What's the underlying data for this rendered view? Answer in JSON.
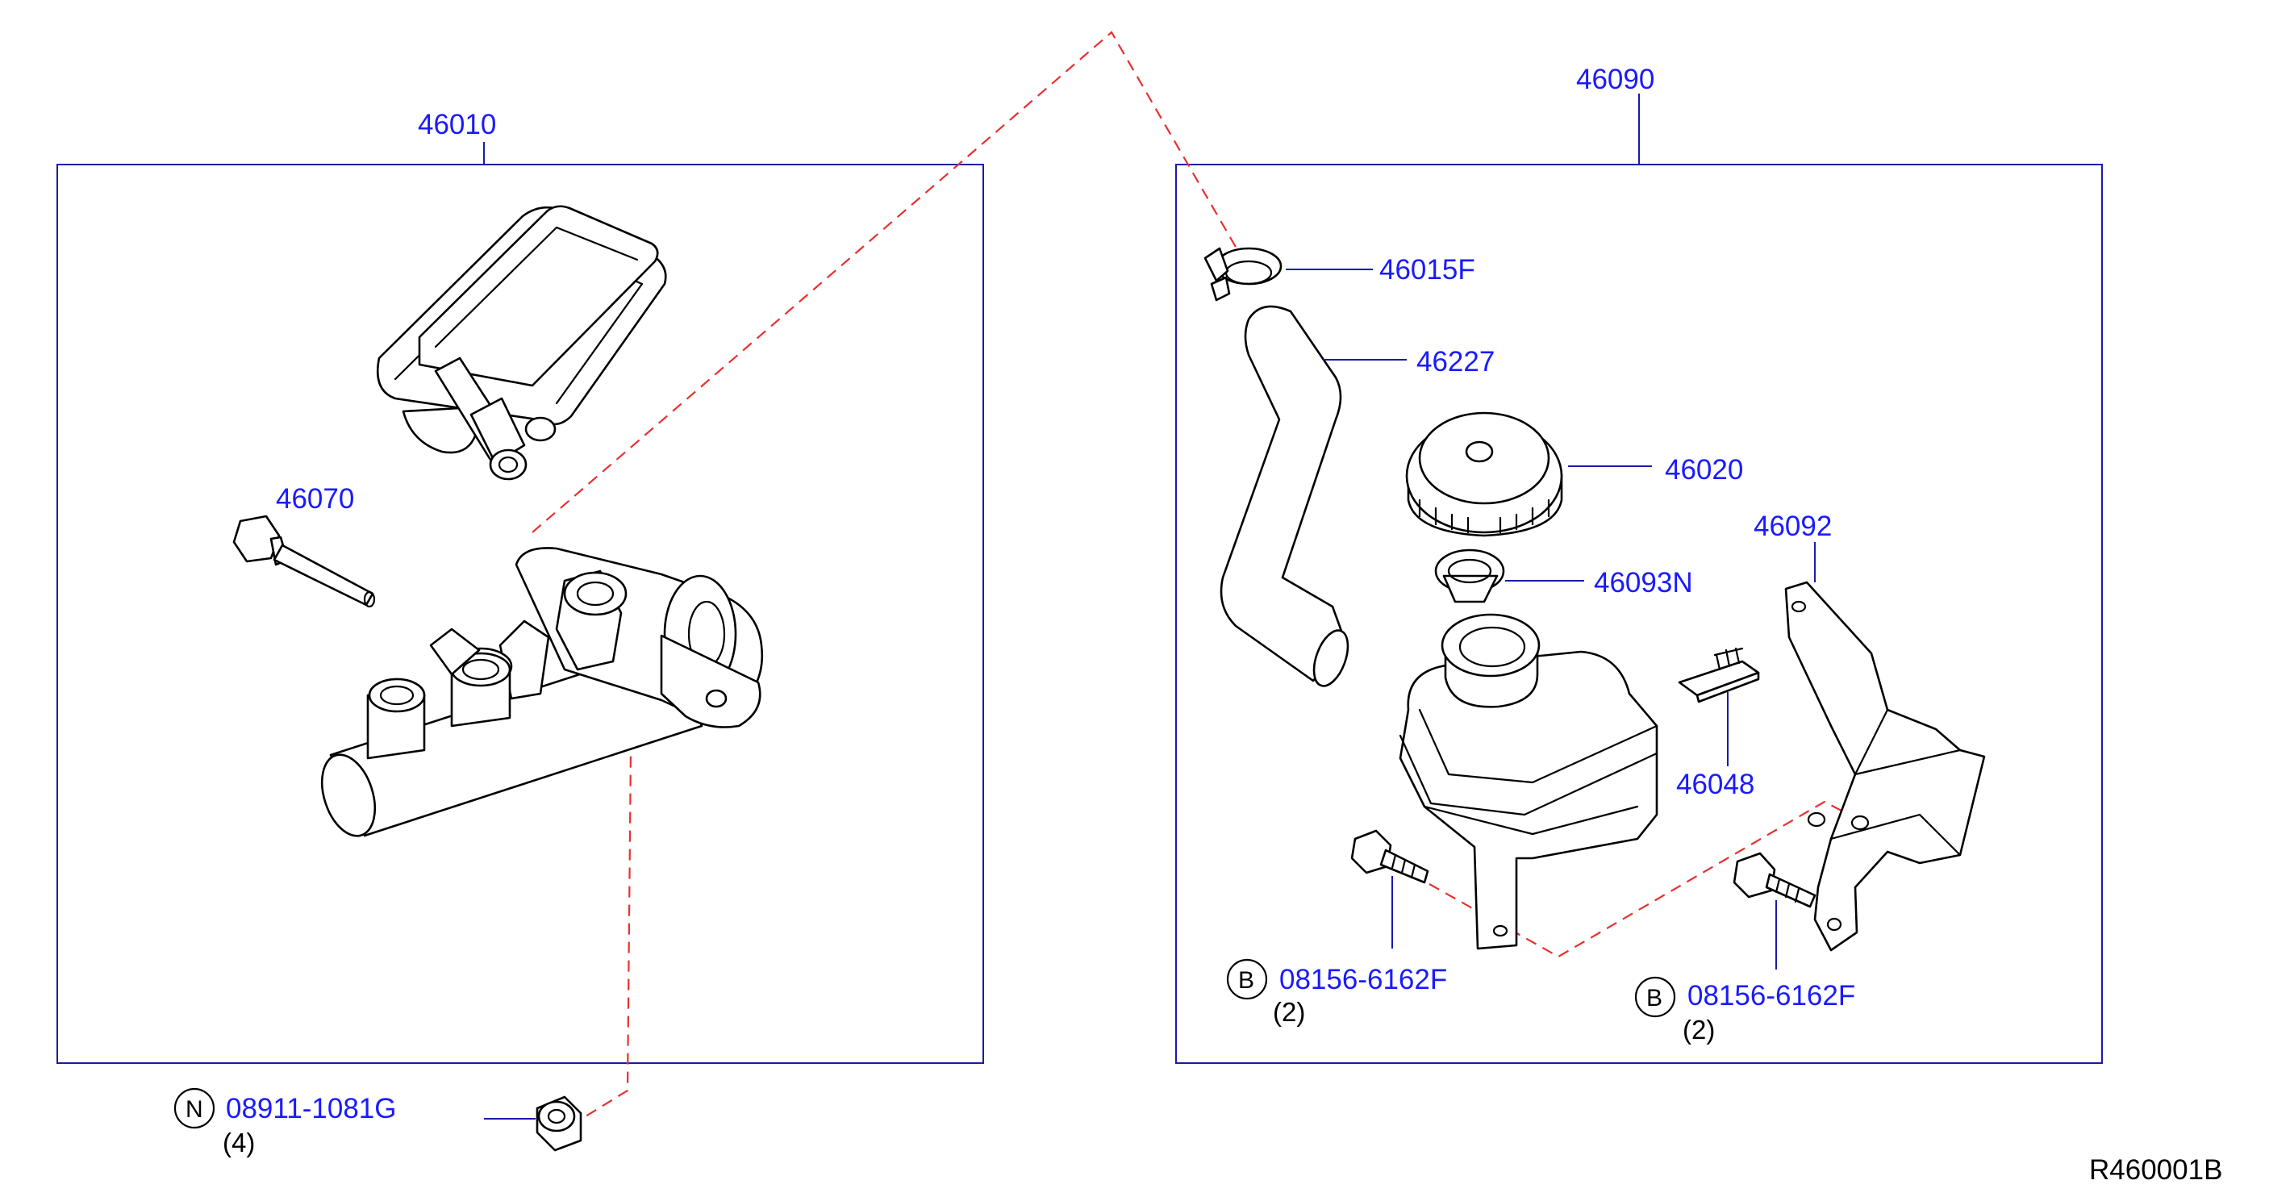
{
  "assemblies": {
    "master_cylinder": "46010",
    "reservoir_tank": "46090"
  },
  "parts": {
    "p46070": "46070",
    "p46015f": "46015F",
    "p46227": "46227",
    "p46020": "46020",
    "p46093n": "46093N",
    "p46092": "46092",
    "p46048": "46048"
  },
  "fasteners": {
    "nut": {
      "symbol": "N",
      "part": "08911-1081G",
      "qty": "(4)"
    },
    "bolt_left": {
      "symbol": "B",
      "part": "08156-6162F",
      "qty": "(2)"
    },
    "bolt_right": {
      "symbol": "B",
      "part": "08156-6162F",
      "qty": "(2)"
    }
  },
  "diagram_ref": "R460001B",
  "colors": {
    "label": "#1a1aff",
    "frame": "#1a1aaa",
    "dashed_leader": "#e83030",
    "line_art": "#000000"
  }
}
